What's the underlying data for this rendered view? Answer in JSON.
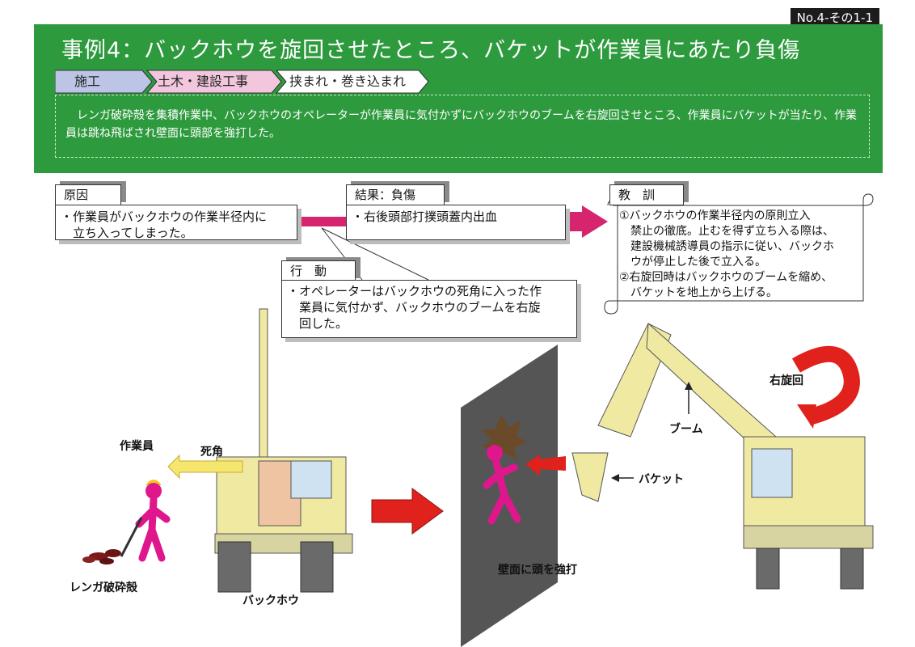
{
  "doc_number": "No.4-その1-1",
  "title": "事例4：バックホウを旋回させたところ、バケットが作業員にあたり負傷",
  "tags": [
    "施工",
    "土木・建設工事",
    "挟まれ・巻き込まれ"
  ],
  "description": "　レンガ破砕殻を集積作業中、バックホウのオペレーターが作業員に気付かずにバックホウのブームを右旋回させところ、作業員にバケットが当たり、作業員は跳ね飛ばされ壁面に頭部を強打した。",
  "cause": {
    "label": "原因",
    "text": "・作業員がバックホウの作業半径内に\n　立ち入ってしまった。"
  },
  "result": {
    "label": "結果：負傷",
    "text": "・右後頭部打撲頭蓋内出血"
  },
  "action": {
    "label": "行　動",
    "text": "・オペレーターはバックホウの死角に入った作\n　業員に気付かず、バックホウのブームを右旋\n　回した。"
  },
  "lesson": {
    "label": "教　訓",
    "text": "①バックホウの作業半径内の原則立入\n　禁止の徹底。止むを得ず立ち入る際は、\n　建設機械誘導員の指示に従い、バックホ\n　ウが停止した後で立入る。\n②右旋回時はバックホウのブームを縮め、\n　バケットを地上から上げる。"
  },
  "illustration": {
    "worker": "作業員",
    "blind_spot": "死角",
    "rubble": "レンガ破砕殻",
    "backhoe": "バックホウ",
    "wall_hit": "壁面に頭を強打",
    "boom": "ブーム",
    "bucket": "バケット",
    "right_swing": "右旋回"
  },
  "colors": {
    "header_green": "#2e9a3e",
    "arrow_magenta": "#d6246e",
    "worker_pink": "#e0168c",
    "machine_yellow": "#efe9a2",
    "red_arrow": "#e0211c"
  }
}
